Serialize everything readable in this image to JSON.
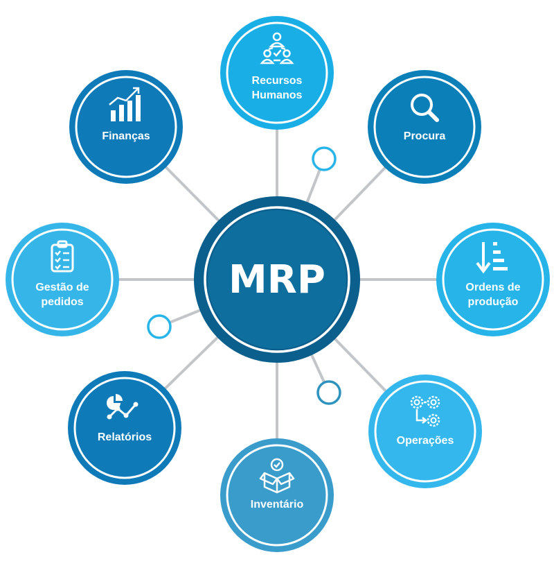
{
  "center": {
    "label": "MRP"
  },
  "nodes": [
    {
      "id": "recursos-humanos",
      "lines": [
        "Recursos",
        "Humanos"
      ],
      "icon": "team-icon",
      "color": "#1aaee6"
    },
    {
      "id": "procura",
      "lines": [
        "Procura"
      ],
      "icon": "magnifier-icon",
      "color": "#0a7fb8"
    },
    {
      "id": "ordens-de-producao",
      "lines": [
        "Ordens de",
        "produção"
      ],
      "icon": "sort-descending-icon",
      "color": "#27b4e8"
    },
    {
      "id": "operacoes",
      "lines": [
        "Operações"
      ],
      "icon": "gears-workflow-icon",
      "color": "#34b7ec"
    },
    {
      "id": "inventario",
      "lines": [
        "Inventário"
      ],
      "icon": "package-box-icon",
      "color": "#3a9ccb"
    },
    {
      "id": "relatorios",
      "lines": [
        "Relatórios"
      ],
      "icon": "pie-and-line-chart-icon",
      "color": "#0e7bb8"
    },
    {
      "id": "gestao-de-pedidos",
      "lines": [
        "Gestão de",
        "pedidos"
      ],
      "icon": "checklist-clipboard-icon",
      "color": "#36b6e8"
    },
    {
      "id": "financas",
      "lines": [
        "Finanças"
      ],
      "icon": "growth-chart-icon",
      "color": "#0e7bb8"
    }
  ],
  "colors": {
    "center_ring": "#0b5f8c",
    "center_fill": "#0e6f9f",
    "connector": "#c3c6c9",
    "small_node_stroke": "#27b4e8",
    "small_node_stroke_dark": "#2d93be"
  }
}
